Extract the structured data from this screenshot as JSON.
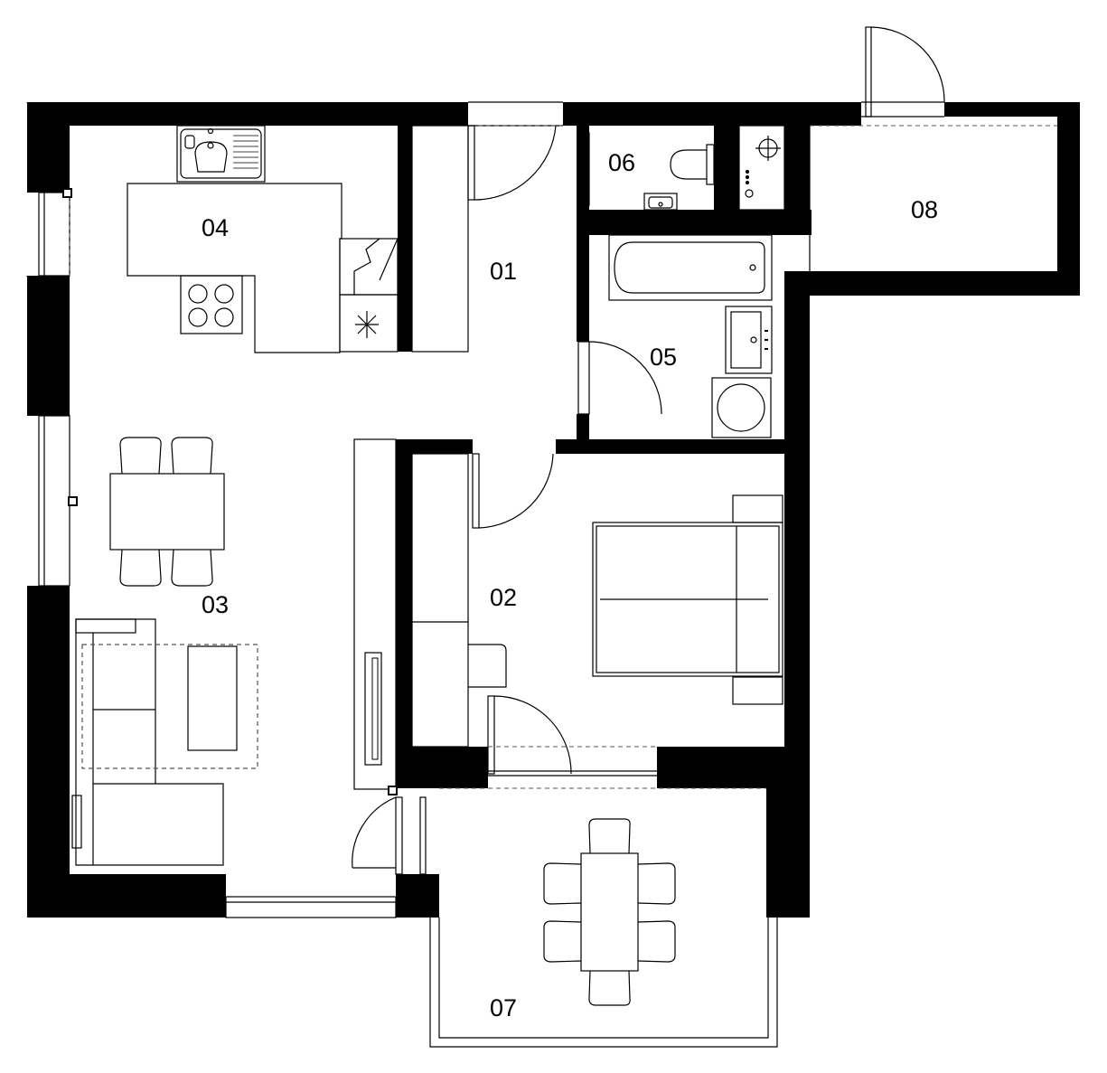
{
  "plan": {
    "colors": {
      "wall": "#000000",
      "line": "#000000",
      "background": "#ffffff",
      "dashed": "#555555"
    },
    "rooms": [
      {
        "id": "01",
        "label": "01"
      },
      {
        "id": "02",
        "label": "02"
      },
      {
        "id": "03",
        "label": "03"
      },
      {
        "id": "04",
        "label": "04"
      },
      {
        "id": "05",
        "label": "05"
      },
      {
        "id": "06",
        "label": "06"
      },
      {
        "id": "07",
        "label": "07"
      },
      {
        "id": "08",
        "label": "08"
      }
    ],
    "fixtures": [
      "kitchen-sink-icon",
      "cooktop-icon",
      "fridge-icon",
      "toilet-icon",
      "bathtub-icon",
      "washbasin-icon",
      "washing-machine-icon",
      "gas-stove-icon",
      "tv-icon",
      "double-bed-icon",
      "sofa-icon",
      "dining-table-icon"
    ]
  }
}
